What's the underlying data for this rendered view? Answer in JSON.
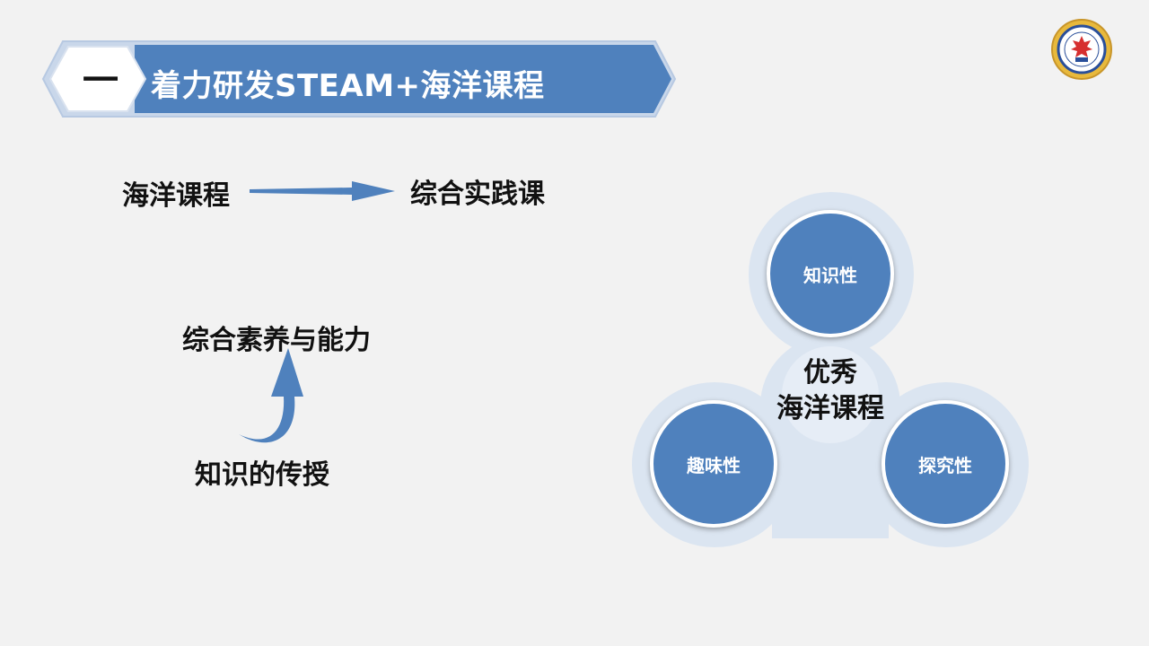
{
  "header": {
    "number": "一",
    "title": "着力研发STEAM+海洋课程"
  },
  "flow": {
    "ocean_course": "海洋课程",
    "practice_course": "综合实践课",
    "ability": "综合素养与能力",
    "knowledge": "知识的传授"
  },
  "diagram": {
    "center_line1": "优秀",
    "center_line2": "海洋课程",
    "circles": {
      "top": "知识性",
      "left": "趣味性",
      "right": "探究性"
    }
  },
  "colors": {
    "accent": "#4f81bd",
    "banner_border": "#c5d3e8",
    "trefoil": "#dbe5f1",
    "background": "#f2f2f2"
  },
  "icons": {
    "logo": "school-emblem-icon"
  }
}
